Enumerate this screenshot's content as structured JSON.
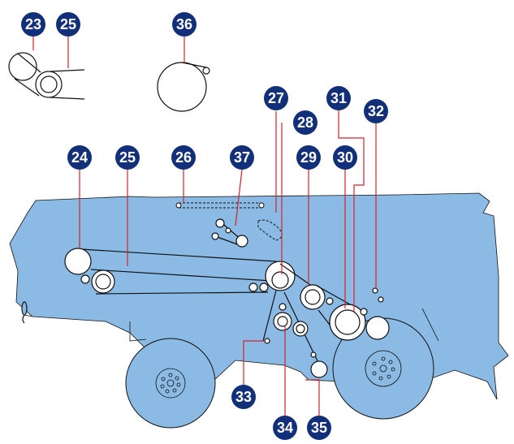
{
  "colors": {
    "badge": "#12307a",
    "body_fill": "#8bbbe4",
    "line": "#111111",
    "callout_line": "#d2232a",
    "white": "#ffffff"
  },
  "badges": {
    "b23": "23",
    "b25_top": "25",
    "b36": "36",
    "b27": "27",
    "b28": "28",
    "b31": "31",
    "b32": "32",
    "b24": "24",
    "b25": "25",
    "b26": "26",
    "b37": "37",
    "b29": "29",
    "b30": "30",
    "b33": "33",
    "b34": "34",
    "b35": "35"
  }
}
